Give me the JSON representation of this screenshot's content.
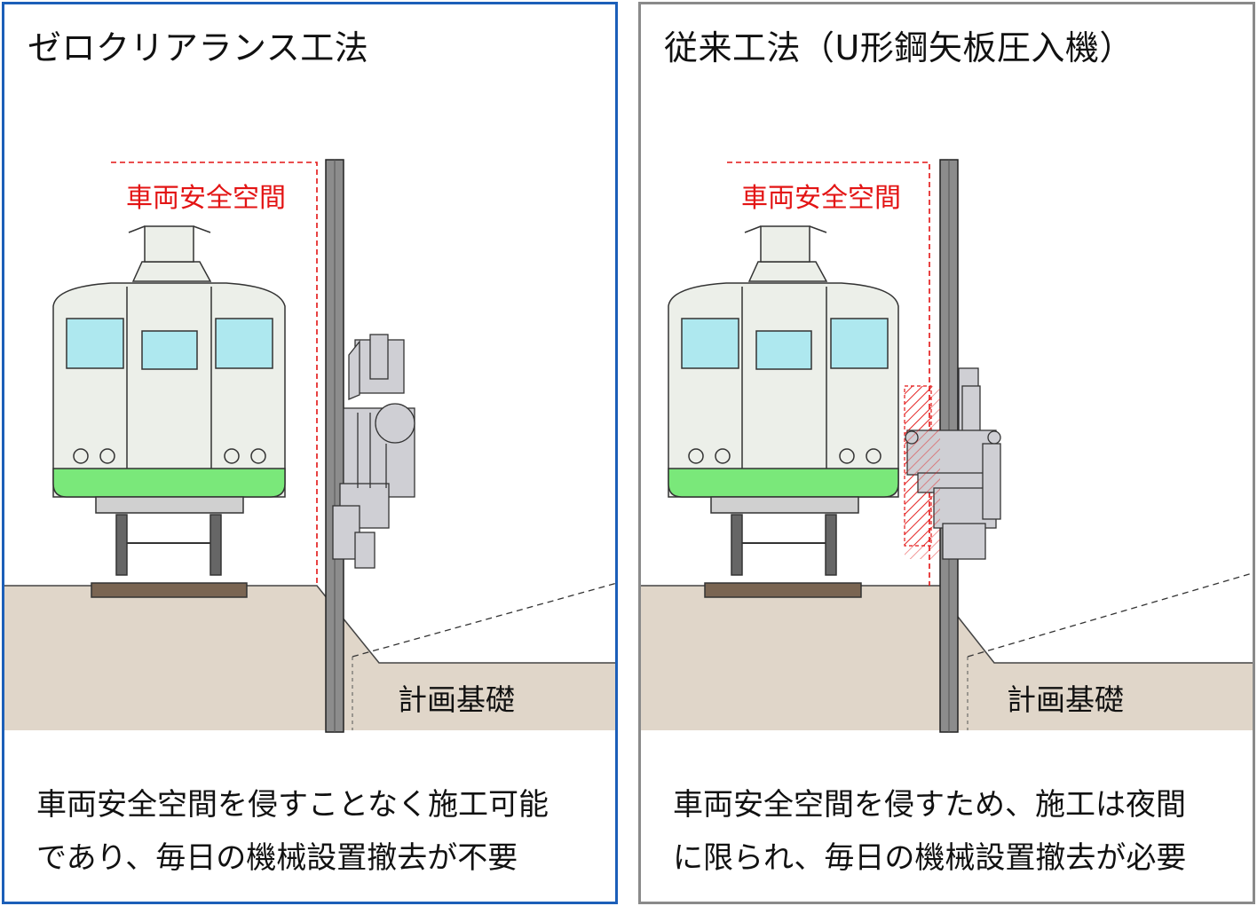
{
  "panels": {
    "left": {
      "title": "ゼロクリアランス工法",
      "safety_space_label": "車両安全空間",
      "foundation_label": "計画基礎",
      "caption_line1": "車両安全空間を侵すことなく施工可能",
      "caption_line2": "であり、毎日の機械設置撤去が不要"
    },
    "right": {
      "title": "従来工法（U形鋼矢板圧入機）",
      "safety_space_label": "車両安全空間",
      "foundation_label": "計画基礎",
      "caption_line1": "車両安全空間を侵すため、施工は夜間",
      "caption_line2": "に限られ、毎日の機械設置撤去が必要"
    }
  },
  "colors": {
    "left_border": "#1c5fb9",
    "right_border": "#8a8a8a",
    "ground": "#e0d6c9",
    "safety_line": "#e31414",
    "train_body": "#ecefe9",
    "train_window": "#aee8ef",
    "train_band": "#7ae87a",
    "machine": "#cfcfd4",
    "sleeper": "#7a6552"
  }
}
